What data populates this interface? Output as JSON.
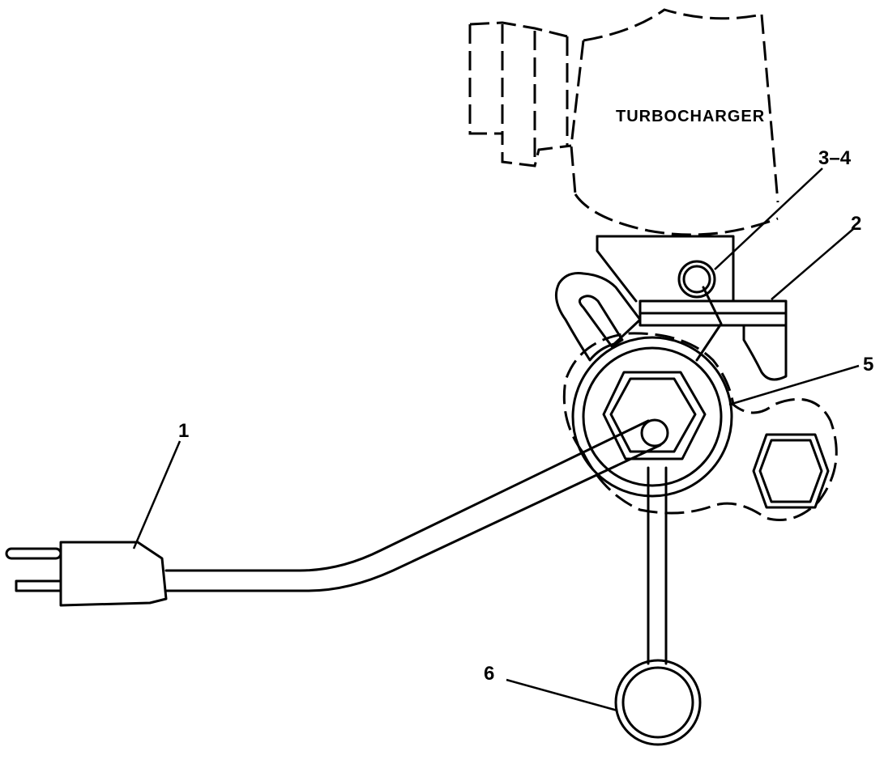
{
  "labels": {
    "turbocharger": "TURBOCHARGER",
    "callout_1": "1",
    "callout_2": "2",
    "callout_3_4": "3–4",
    "callout_5": "5",
    "callout_6": "6"
  }
}
